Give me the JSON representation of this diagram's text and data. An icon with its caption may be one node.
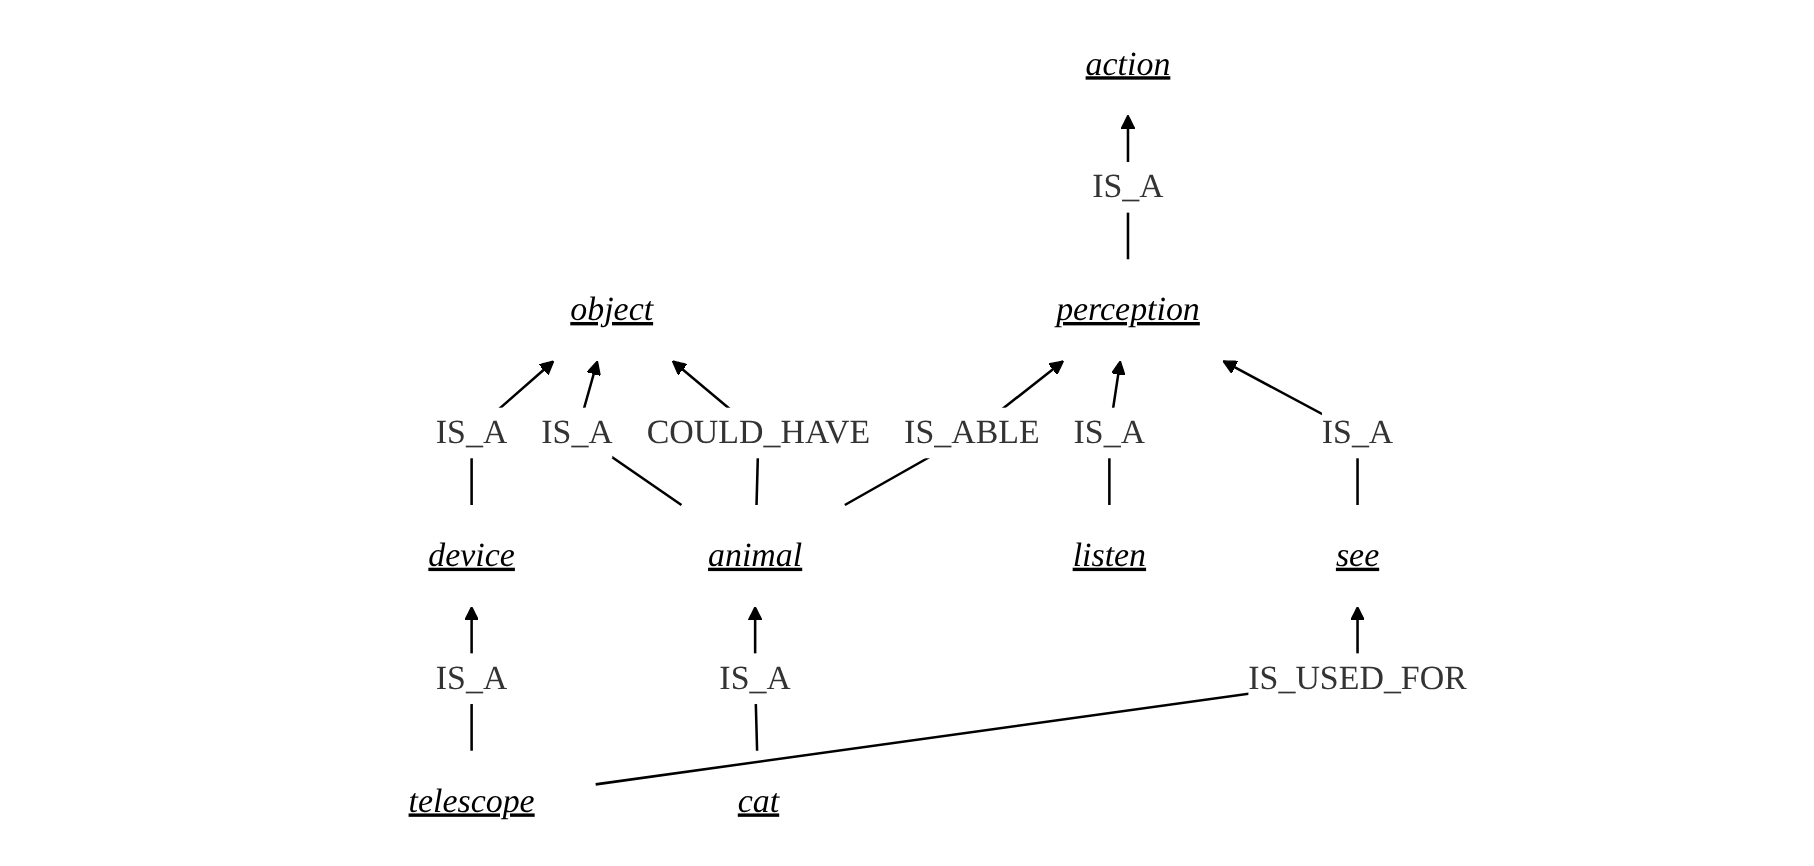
{
  "diagram": {
    "nodes": [
      {
        "text": [
          "action"
        ]
      },
      {
        "text": [
          "object"
        ]
      },
      {
        "text": [
          "device"
        ]
      },
      {
        "text": [
          "telescope"
        ]
      },
      {
        "text": [
          "perception"
        ]
      },
      {
        "text": [
          "animal"
        ]
      },
      {
        "text": [
          "listen"
        ]
      },
      {
        "text": [
          "see"
        ]
      },
      {
        "text": [
          "cat"
        ]
      }
    ],
    "edges": [
      {
        "from": 4,
        "to": 0,
        "arrow": "to",
        "label": "IS_A"
      },
      {
        "from": 2,
        "to": 1,
        "arrow": "to",
        "label": "IS_A"
      },
      {
        "from": 3,
        "to": 2,
        "arrow": "to",
        "label": "IS_A"
      },
      {
        "from": 5,
        "to": 1,
        "arrow": "to",
        "label": "IS_A"
      },
      {
        "from": 5,
        "to": 1,
        "arrow": "to",
        "label": "COULD_HAVE"
      },
      {
        "from": 5,
        "to": 4,
        "arrow": "to",
        "label": "IS_ABLE"
      },
      {
        "from": 3,
        "to": 7,
        "arrow": "to",
        "label": "IS_USED_FOR"
      },
      {
        "from": 6,
        "to": 4,
        "arrow": "to",
        "label": "IS_A"
      },
      {
        "from": 7,
        "to": 4,
        "arrow": "to",
        "label": "IS_A"
      },
      {
        "from": 8,
        "to": 5,
        "arrow": "to",
        "label": "IS_A"
      }
    ]
  }
}
